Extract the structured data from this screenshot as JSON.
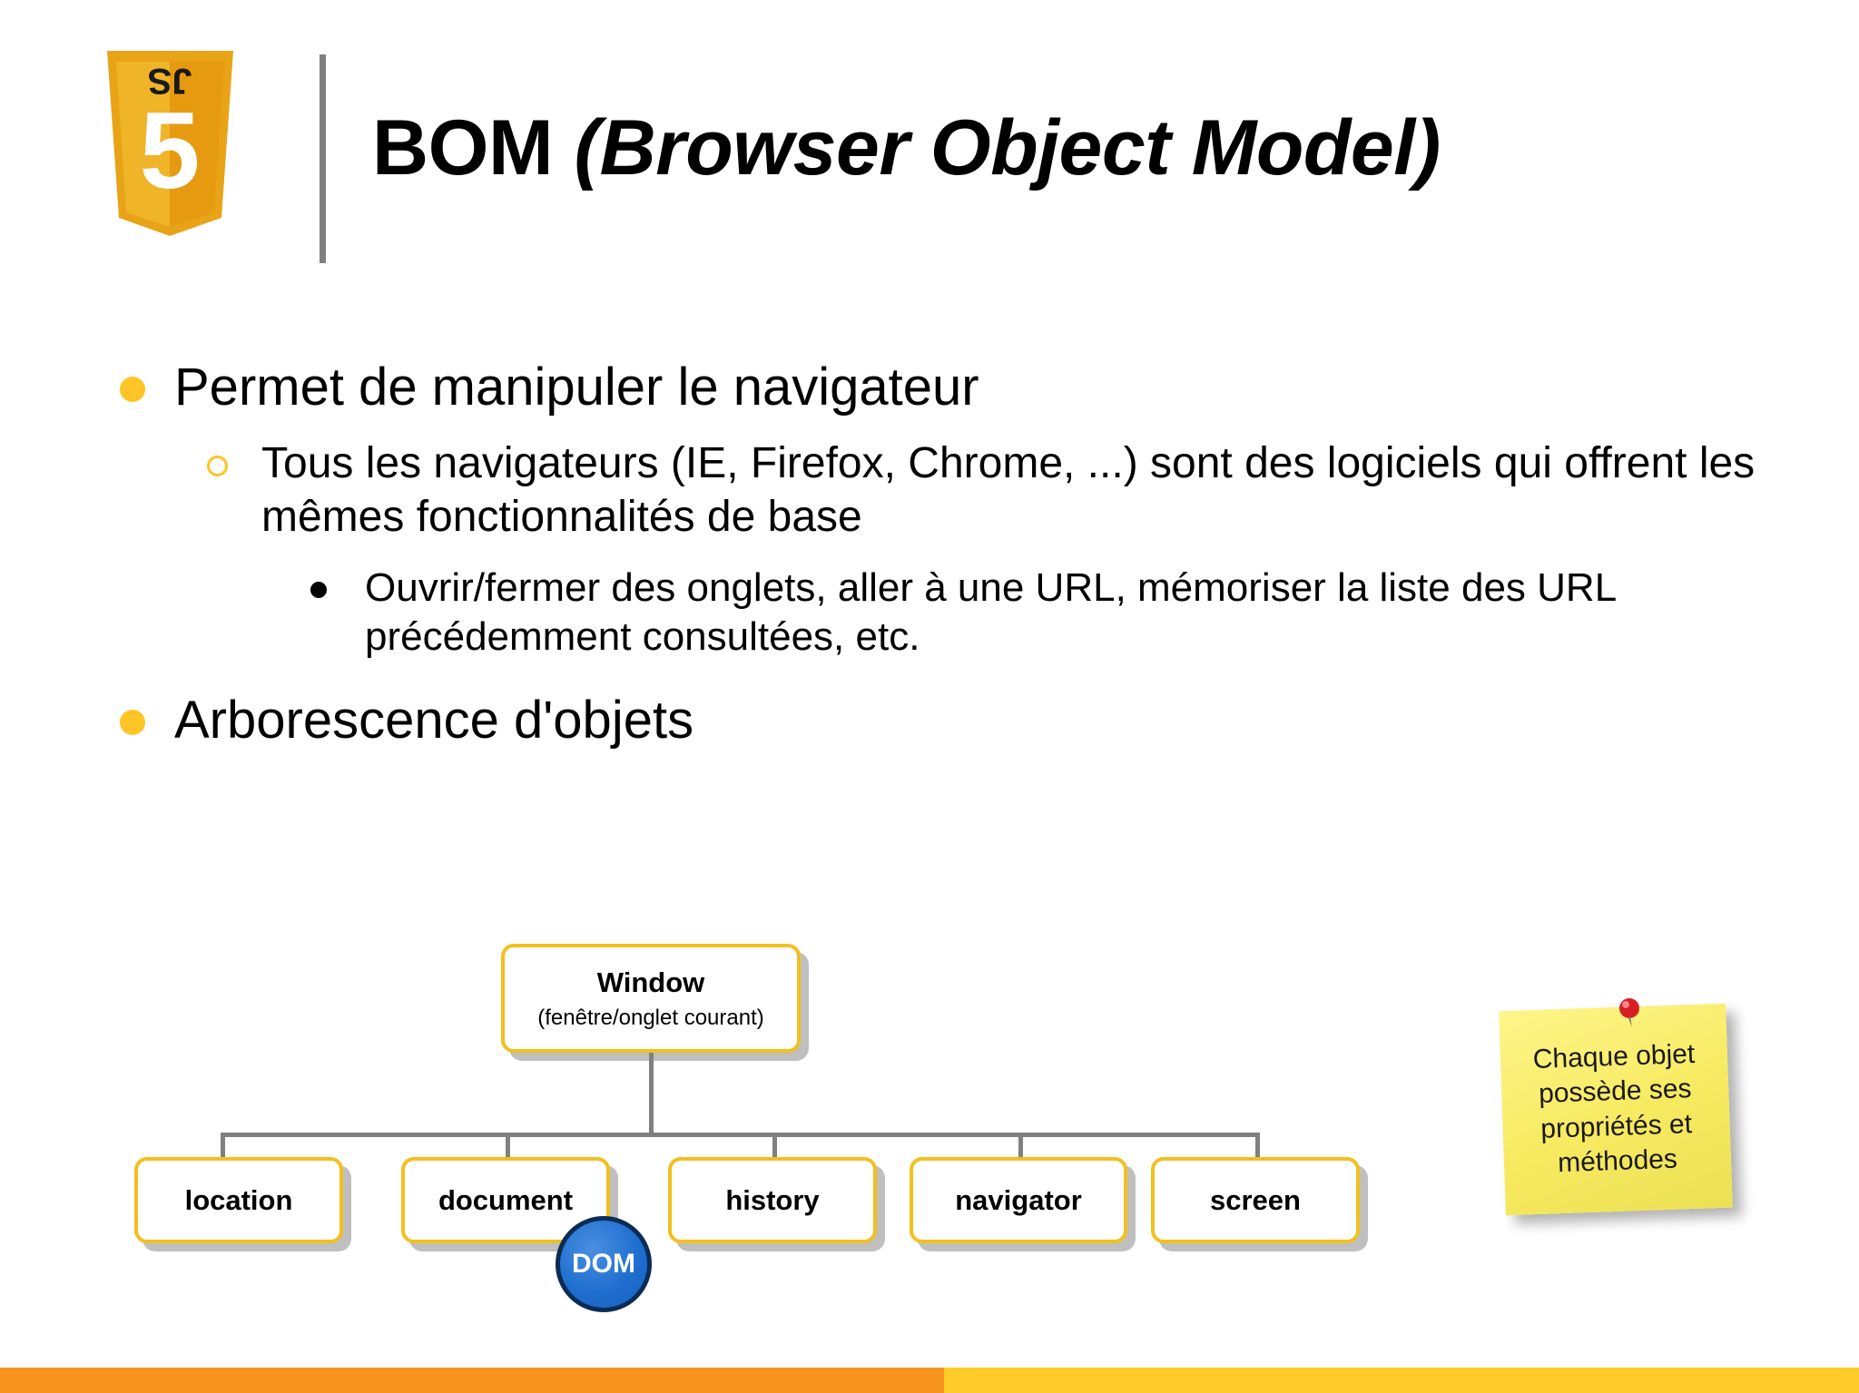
{
  "slide": {
    "title_main": "BOM ",
    "title_em": "(Browser Object Model)",
    "logo_name": "html5-js-shield-logo"
  },
  "content": {
    "bullet_1": "Permet de manipuler le navigateur",
    "bullet_1_sub": "Tous les navigateurs (IE, Firefox, Chrome, ...) sont des logiciels qui offrent les mêmes fonctionnalités de base",
    "bullet_1_subsub": "Ouvrir/fermer des onglets, aller à une URL, mémoriser la liste des URL précédemment consultées, etc.",
    "bullet_2": "Arborescence d'objets"
  },
  "diagram": {
    "root": {
      "title": "Window",
      "subtitle": "(fenêtre/onglet courant)"
    },
    "children": [
      {
        "label": "location"
      },
      {
        "label": "document"
      },
      {
        "label": "history"
      },
      {
        "label": "navigator"
      },
      {
        "label": "screen"
      }
    ],
    "badge": "DOM"
  },
  "sticky_note": {
    "text": "Chaque objet possède ses propriétés et méthodes"
  },
  "colors": {
    "accent_yellow": "#FFC425",
    "node_border": "#F2C01E",
    "footer_orange": "#F79420",
    "footer_yellow": "#FFCC29",
    "dom_blue": "#1560bd"
  }
}
